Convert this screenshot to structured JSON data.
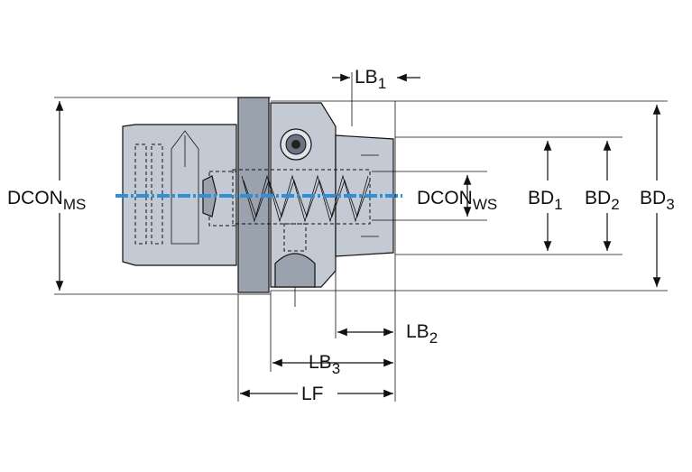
{
  "labels": {
    "dcon_ms": {
      "main": "DCON",
      "sub": "MS"
    },
    "dcon_ws": {
      "main": "DCON",
      "sub": "WS"
    },
    "bd1": {
      "main": "BD",
      "sub": "1"
    },
    "bd2": {
      "main": "BD",
      "sub": "2"
    },
    "bd3": {
      "main": "BD",
      "sub": "3"
    },
    "lb1": {
      "main": "LB",
      "sub": "1"
    },
    "lb2": {
      "main": "LB",
      "sub": "2"
    },
    "lb3": {
      "main": "LB",
      "sub": "3"
    },
    "lf": {
      "main": "LF"
    }
  },
  "colors": {
    "body": "#c3cad3",
    "body_dark": "#9aa3ad",
    "centerline": "#2f8fd8",
    "line": "#111111"
  }
}
